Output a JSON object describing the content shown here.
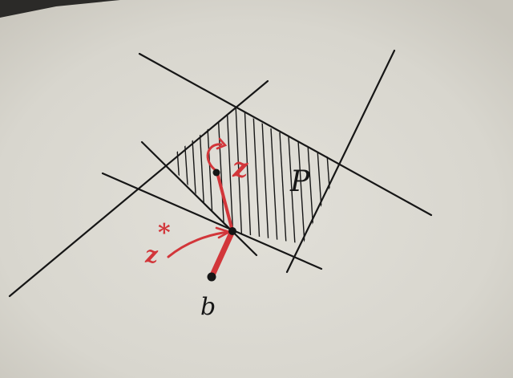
{
  "figure": {
    "polytope_label": "P",
    "point_z_label": "z",
    "point_zstar_label": "z",
    "zstar_superscript": "*",
    "point_b_label": "b"
  },
  "colors": {
    "paper": "#dedcd5",
    "ink": "#161616",
    "red_ink": "#d2363a"
  }
}
